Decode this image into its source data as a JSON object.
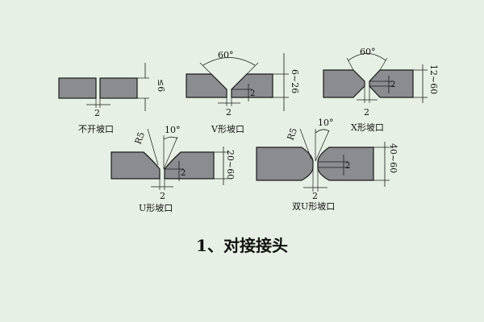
{
  "diagram": {
    "colors": {
      "background": "#e6f0e4",
      "plate": "#8a8c90",
      "line": "#1a1a1a"
    },
    "joints": {
      "square": {
        "label": "不开坡口",
        "gap": "2",
        "thickness": "≤6"
      },
      "v": {
        "label": "V形坡口",
        "angle": "60°",
        "root_face": "2",
        "gap": "2",
        "thickness": "6~26"
      },
      "x": {
        "label": "X形坡口",
        "angle": "60°",
        "root_face": "2",
        "gap": "2",
        "thickness": "12~60"
      },
      "u": {
        "label": "U形坡口",
        "radius": "R5",
        "angle": "10°",
        "root_face": "2",
        "gap": "2",
        "thickness": "20~60"
      },
      "double_u": {
        "label": "双U形坡口",
        "radius": "R5",
        "angle": "10°",
        "root_face": "2",
        "gap": "2",
        "thickness": "40~60"
      }
    },
    "caption": "1、对接接头"
  }
}
